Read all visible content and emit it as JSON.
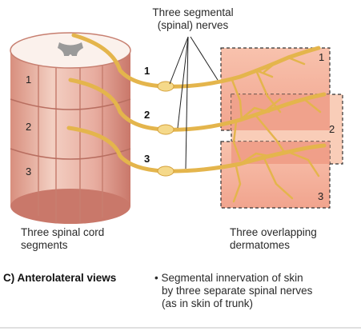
{
  "callout_title": [
    "Three segmental",
    "(spinal) nerves"
  ],
  "nerve_numbers": [
    "1",
    "2",
    "3"
  ],
  "segment_numbers": [
    "1",
    "2",
    "3"
  ],
  "dermatome_numbers": [
    "1",
    "2",
    "3"
  ],
  "cord_caption": [
    "Three spinal cord",
    "segments"
  ],
  "dermatome_caption": [
    "Three overlapping",
    "dermatomes"
  ],
  "view_title": "C) Anterolateral views",
  "bullet_note": [
    "• Segmental innervation of skin",
    "by three separate spinal nerves",
    "(as in skin of trunk)"
  ],
  "colors": {
    "nerve": "#e4b54c",
    "nerve_light": "#f5d98a",
    "cord": "#e9b8a8",
    "dermatome": "#f6b39c",
    "overlap": "#ec8d78"
  }
}
